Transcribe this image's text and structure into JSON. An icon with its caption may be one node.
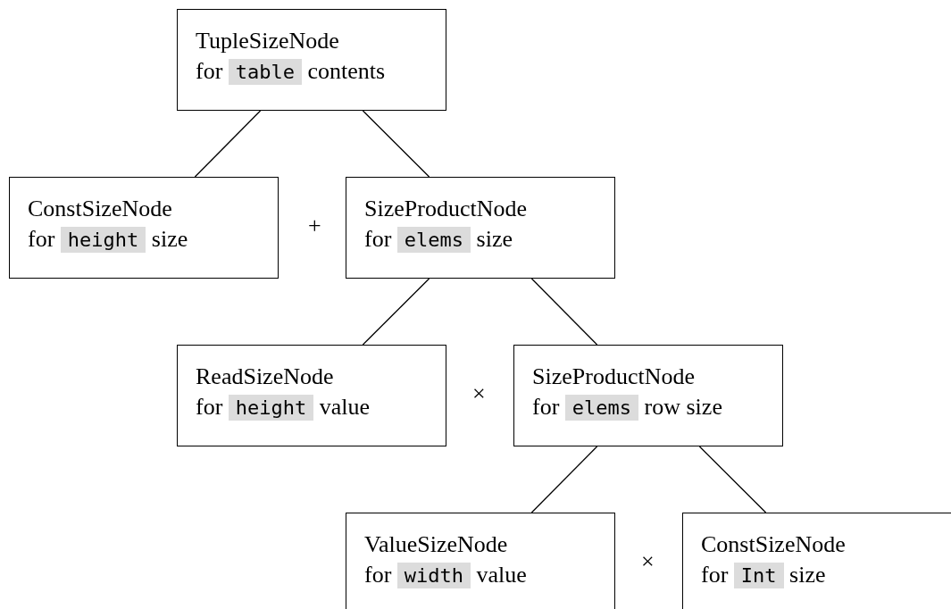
{
  "diagram": {
    "nodes": [
      {
        "text": [
          "TupleSizeNode",
          "for",
          "table",
          "contents"
        ]
      },
      {
        "text": [
          "ConstSizeNode",
          "for",
          "height",
          "size"
        ]
      },
      {
        "text": [
          "SizeProductNode",
          "for",
          "elems",
          "size"
        ]
      },
      {
        "text": [
          "ReadSizeNode",
          "for",
          "height",
          "value"
        ]
      },
      {
        "text": [
          "SizeProductNode",
          "for",
          "elems",
          "row size"
        ]
      },
      {
        "text": [
          "ValueSizeNode",
          "for",
          "width",
          "value"
        ]
      },
      {
        "text": [
          "ConstSizeNode",
          "for",
          "Int",
          "size"
        ]
      }
    ],
    "edges": [
      {
        "from": 0,
        "to": 1,
        "arrow": "none"
      },
      {
        "from": 0,
        "to": 2,
        "arrow": "none"
      },
      {
        "from": 2,
        "to": 3,
        "arrow": "none"
      },
      {
        "from": 2,
        "to": 4,
        "arrow": "none"
      },
      {
        "from": 4,
        "to": 5,
        "arrow": "none"
      },
      {
        "from": 4,
        "to": 6,
        "arrow": "none"
      }
    ],
    "labels": [
      "+",
      "×",
      "×"
    ]
  }
}
